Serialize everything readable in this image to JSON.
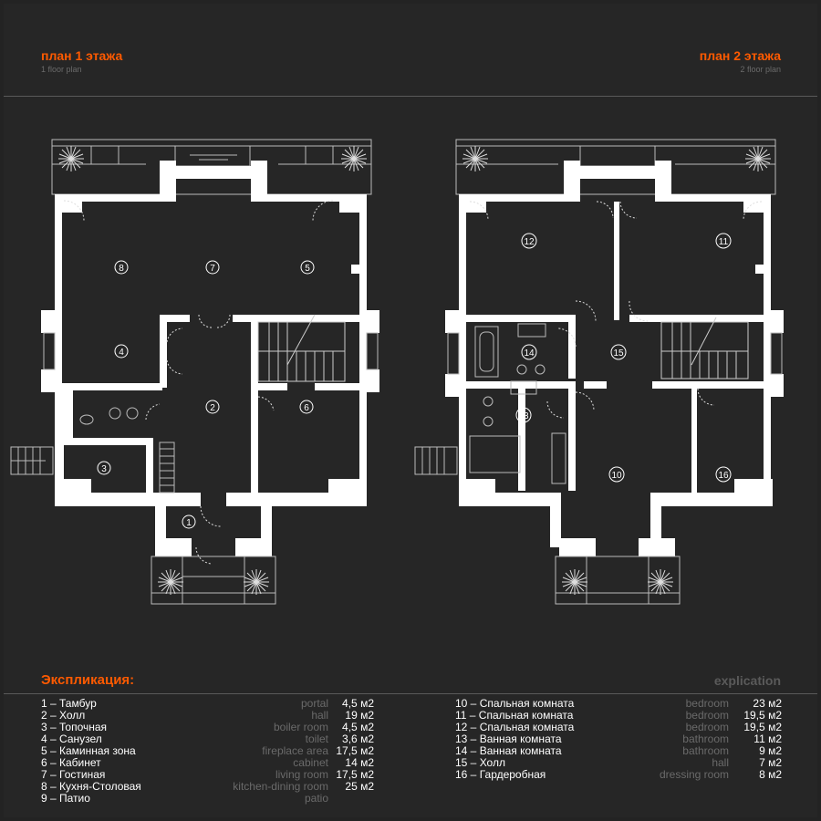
{
  "colors": {
    "accent": "#ff5a00",
    "background": "#262626",
    "wall": "#ffffff",
    "muted": "#6a6a6a"
  },
  "header": {
    "left_title": "план 1 этажа",
    "left_subtitle": "1 floor plan",
    "right_title": "план 2 этажа",
    "right_subtitle": "2 floor plan"
  },
  "plan1": {
    "room_numbers": [
      "1",
      "2",
      "3",
      "4",
      "5",
      "6",
      "7",
      "8"
    ]
  },
  "plan2": {
    "room_numbers": [
      "10",
      "11",
      "12",
      "13",
      "14",
      "15",
      "16"
    ]
  },
  "explication": {
    "title_ru": "Экспликация:",
    "title_en": "explication",
    "left_rows": [
      {
        "name": "1 – Тамбур",
        "en": "portal",
        "area": "4,5 м2"
      },
      {
        "name": "2 – Холл",
        "en": "hall",
        "area": "19 м2"
      },
      {
        "name": "3 – Топочная",
        "en": "boiler room",
        "area": "4,5 м2"
      },
      {
        "name": "4 – Санузел",
        "en": "toilet",
        "area": "3,6 м2"
      },
      {
        "name": "5 – Каминная зона",
        "en": "fireplace area",
        "area": "17,5 м2"
      },
      {
        "name": "6 – Кабинет",
        "en": "cabinet",
        "area": "14 м2"
      },
      {
        "name": "7 – Гостиная",
        "en": "living room",
        "area": "17,5 м2"
      },
      {
        "name": "8 – Кухня-Столовая",
        "en": "kitchen-dining room",
        "area": "25 м2"
      },
      {
        "name": "9 – Патио",
        "en": "patio",
        "area": ""
      }
    ],
    "right_rows": [
      {
        "name": "10 – Спальная комната",
        "en": "bedroom",
        "area": "23 м2"
      },
      {
        "name": "11 – Спальная комната",
        "en": "bedroom",
        "area": "19,5 м2"
      },
      {
        "name": "12 – Спальная комната",
        "en": "bedroom",
        "area": "19,5 м2"
      },
      {
        "name": "13 – Ванная комната",
        "en": "bathroom",
        "area": "11 м2"
      },
      {
        "name": "14 – Ванная комната",
        "en": "bathroom",
        "area": "9 м2"
      },
      {
        "name": "15 – Холл",
        "en": "hall",
        "area": "7 м2"
      },
      {
        "name": "16 – Гардеробная",
        "en": "dressing room",
        "area": "8 м2"
      }
    ]
  }
}
